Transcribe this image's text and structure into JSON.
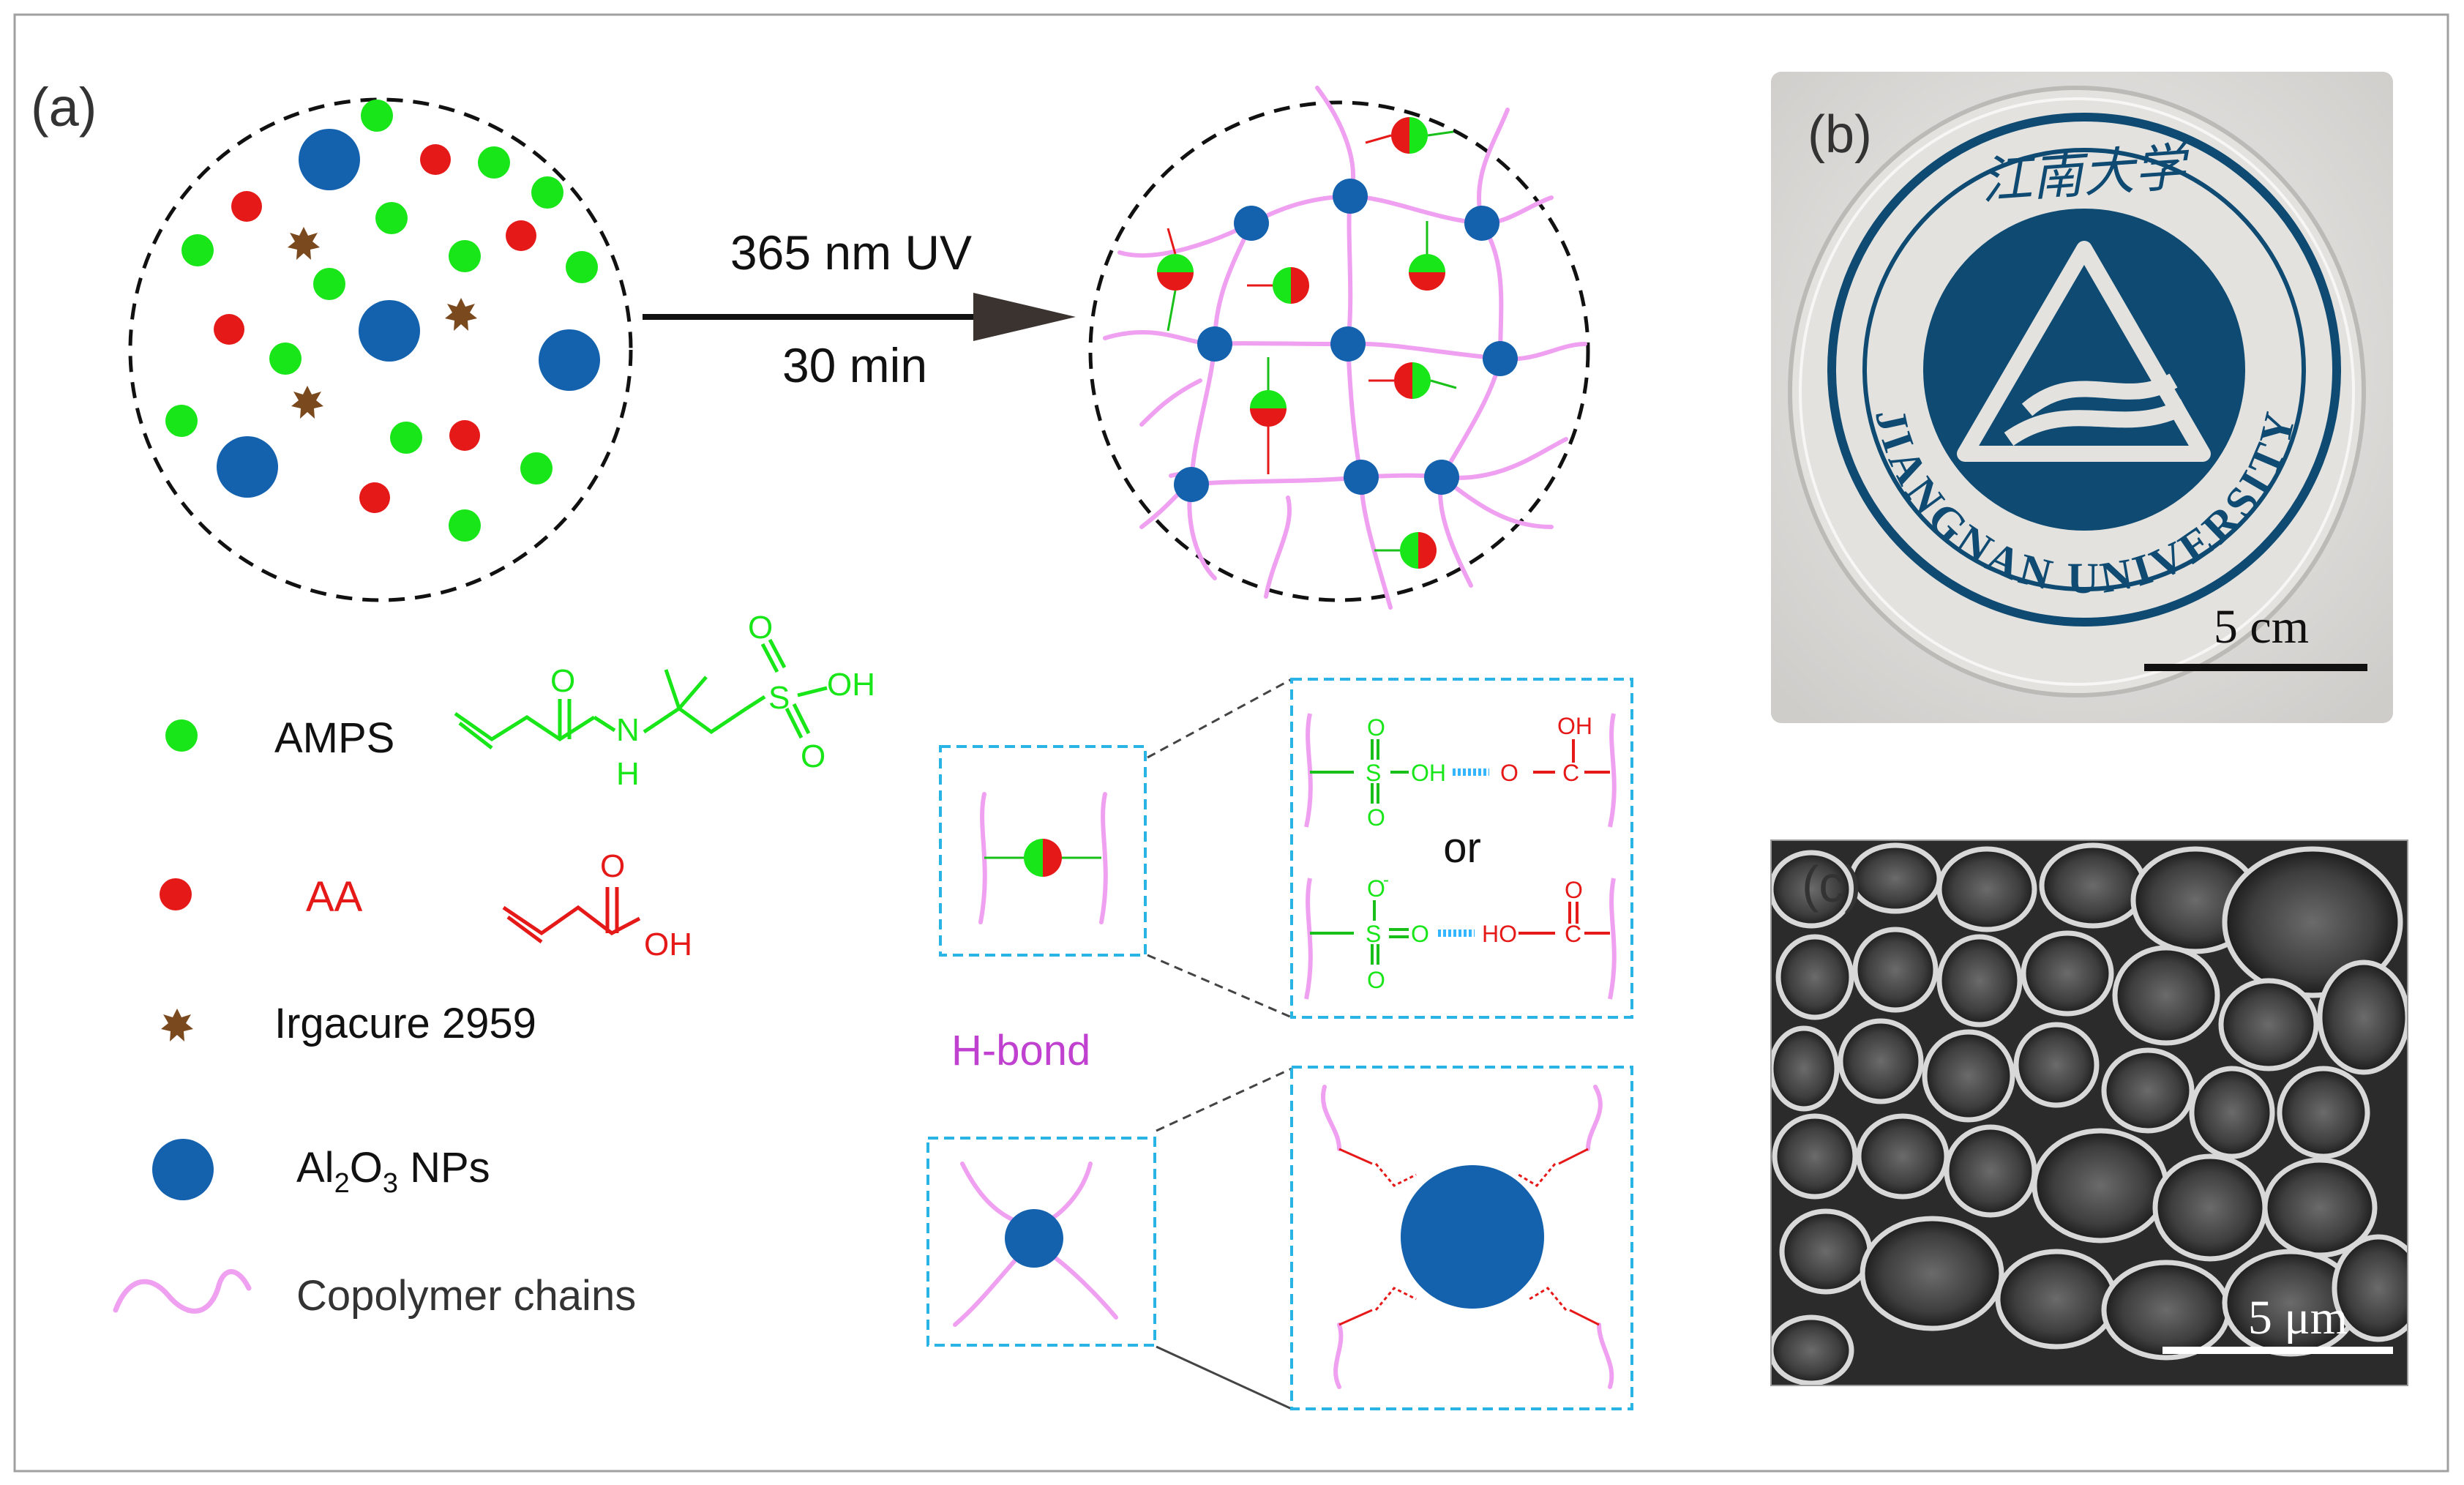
{
  "panel_a": {
    "label": "(a)",
    "arrow_line1": "365 nm UV",
    "arrow_line2": "30 min",
    "hbond_label": "H-bond",
    "or_label": "or",
    "legend": {
      "amps": "AMPS",
      "aa": "AA",
      "irgacure": "Irgacure 2959",
      "al2o3_main": "Al",
      "al2o3_sub1": "2",
      "al2o3_o": "O",
      "al2o3_sub2": "3",
      "al2o3_tail": " NPs",
      "chains": "Copolymer chains"
    },
    "amps_structure": {
      "oxygen": "O",
      "nh_n": "N",
      "nh_h": "H",
      "sulfur": "S",
      "oh": "OH",
      "o_top": "O",
      "o_bottom": "O"
    },
    "aa_structure": {
      "oxygen": "O",
      "oh": "OH"
    },
    "hbond_detail": {
      "top_oh_left": "OH",
      "top_o_left": "O",
      "top_s": "S",
      "top_o_left2": "O",
      "top_oh_right": "OH",
      "top_o_right": "O",
      "top_c": "C",
      "bottom_o_minus": "O",
      "minus": "-",
      "bottom_s": "S",
      "bottom_o_eq": "O",
      "bottom_o_lower": "O",
      "bottom_ho": "HO",
      "bottom_o_top": "O",
      "bottom_c": "C"
    },
    "colors": {
      "amps": "#19e619",
      "aa": "#e61919",
      "irgacure": "#7a4a1e",
      "al2o3": "#1462ae",
      "chain": "#f0a0f0",
      "hbond_label": "#c040d0",
      "dashed_box": "#2ab4e6",
      "hbond_dash": "#33b5ff"
    }
  },
  "panel_b": {
    "label": "(b)",
    "chinese_name": "江南大学",
    "university": "JIANGNAN UNIVERSITY",
    "scale": "5 cm",
    "colors": {
      "seal": "#0e4a72"
    }
  },
  "panel_c": {
    "label": "(c)",
    "scale": "5 μm"
  }
}
